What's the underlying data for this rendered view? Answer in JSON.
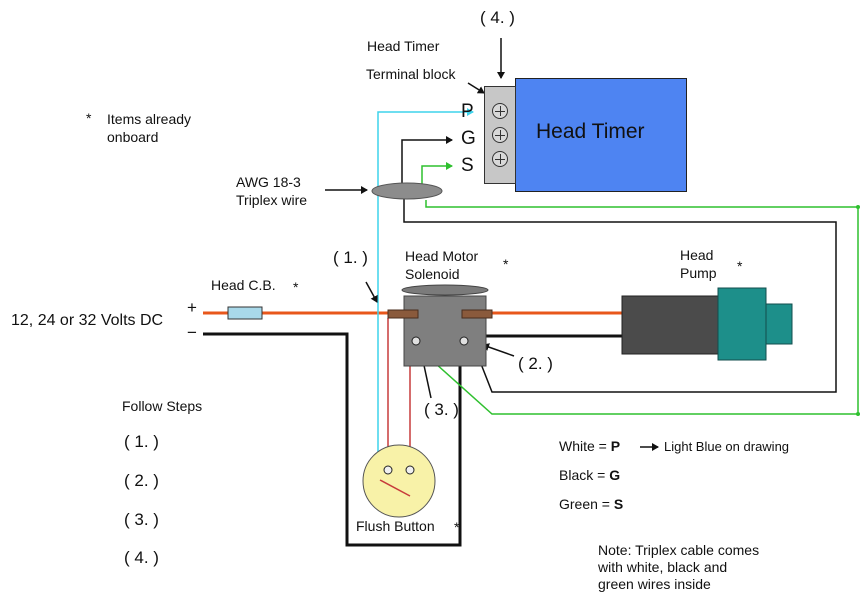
{
  "labels": {
    "step4_top": "( 4. )",
    "head_timer_label": "Head Timer",
    "terminal_block": "Terminal block",
    "pin_p": "P",
    "pin_g": "G",
    "pin_s": "S",
    "head_timer_box": "Head Timer",
    "items_onboard": "Items already\nonboard",
    "asterisk": "*",
    "awg": "AWG 18-3\nTriplex wire",
    "head_cb": "Head C.B.",
    "voltage": "12, 24 or 32 Volts DC",
    "plus": "+",
    "minus": "−",
    "step1": "( 1. )",
    "solenoid": "Head Motor\nSolenoid",
    "pump": "Head\nPump",
    "step2": "( 2. )",
    "step3": "( 3. )",
    "follow_steps": "Follow Steps",
    "flush_button": "Flush Button",
    "note": "Note: Triplex cable comes\nwith white, black and\ngreen wires inside"
  },
  "steps_list": [
    "( 1. )",
    "( 2. )",
    "( 3. )",
    "( 4. )"
  ],
  "legend": [
    {
      "color_name": "White = ",
      "code": "P",
      "extra": "Light Blue on drawing"
    },
    {
      "color_name": "Black = ",
      "code": "G",
      "extra": ""
    },
    {
      "color_name": "Green = ",
      "code": "S",
      "extra": ""
    }
  ],
  "colors": {
    "wire_positive": "#e8571b",
    "wire_negative": "#111111",
    "wire_white": "#3fd3ec",
    "wire_green": "#2fc02f",
    "wire_red": "#c73b3b",
    "timer_blue": "#4e84f2",
    "terminal_gray": "#c7c7c7",
    "pump_teal": "#1d8f8a",
    "pump_body": "#4b4b4b",
    "breaker": "#a9d9ea",
    "button_yellow": "#f8f2a8"
  }
}
